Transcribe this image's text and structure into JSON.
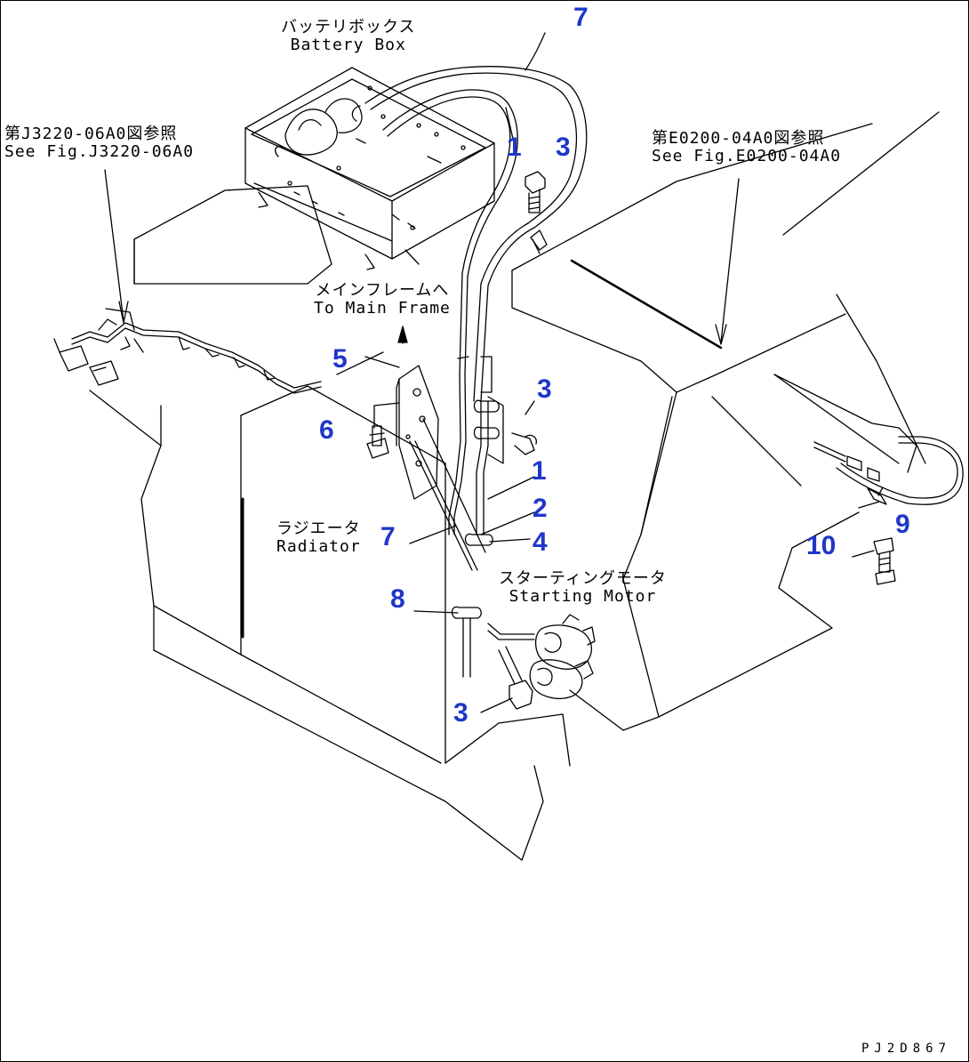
{
  "labels": {
    "battery_box": {
      "jp": "バッテリボックス",
      "en": "Battery Box"
    },
    "ref_left": {
      "jp": "第J3220-06A0図参照",
      "en": "See Fig.J3220-06A0"
    },
    "ref_right": {
      "jp": "第E0200-04A0図参照",
      "en": "See Fig.E0200-04A0"
    },
    "main_frame": {
      "jp": "メインフレームへ",
      "en": "To Main Frame"
    },
    "radiator": {
      "jp": "ラジエータ",
      "en": "Radiator"
    },
    "starting_motor": {
      "jp": "スターティングモータ",
      "en": "Starting Motor"
    }
  },
  "callouts": [
    "7",
    "1",
    "3",
    "5",
    "6",
    "3",
    "1",
    "2",
    "7",
    "4",
    "8",
    "3",
    "9",
    "10"
  ],
  "drawing_code": "PJ2D867",
  "colors": {
    "callout": "#1f37c9",
    "line": "#000000"
  }
}
